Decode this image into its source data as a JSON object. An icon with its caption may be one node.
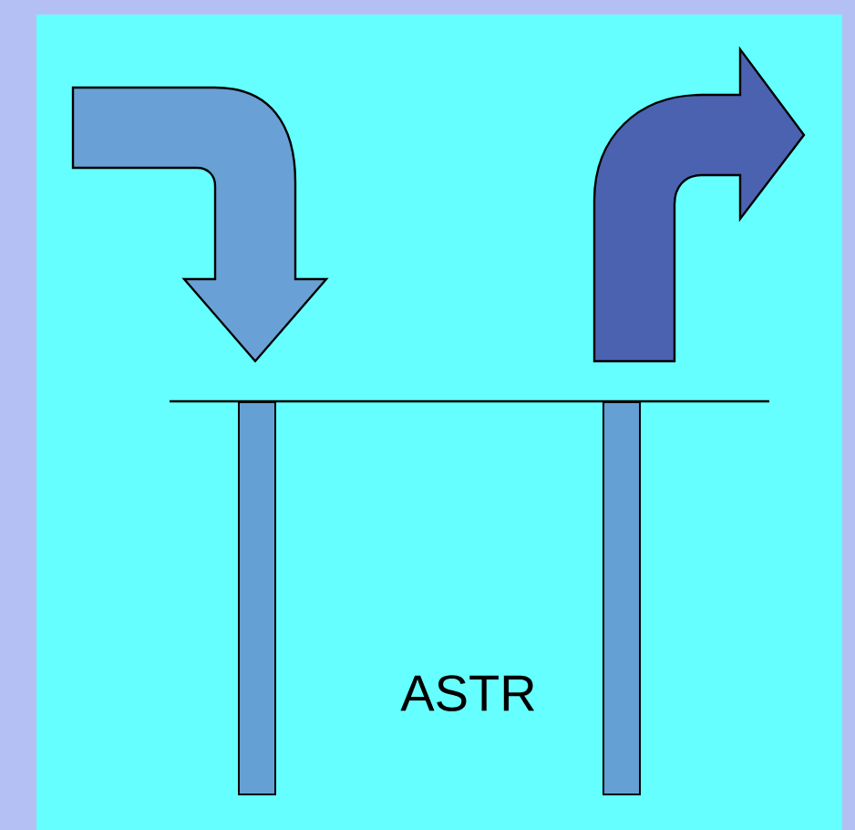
{
  "diagram": {
    "nodes": [
      {
        "text": [],
        "shape": "bar"
      },
      {
        "text": [],
        "shape": "bar"
      }
    ],
    "edges": [
      {
        "from": null,
        "to": 0,
        "arrow": "to",
        "color": "#69a0d5"
      },
      {
        "from": 1,
        "to": null,
        "arrow": "to",
        "color": "#4a62b0"
      }
    ],
    "labels": [
      "ASTR"
    ]
  }
}
